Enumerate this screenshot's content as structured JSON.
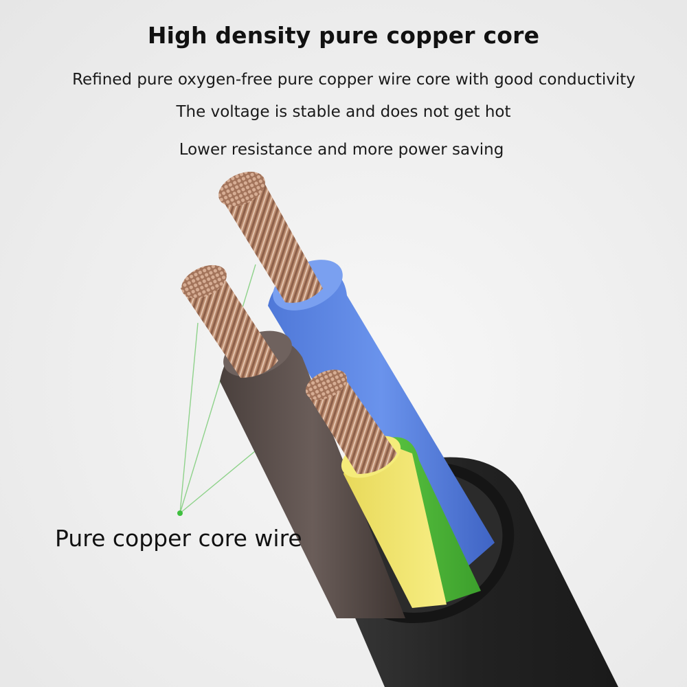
{
  "headline": "High density pure copper core",
  "features": [
    "Refined pure oxygen-free pure copper wire core with good conductivity",
    "The voltage is stable and does not get hot",
    "Lower resistance and more power saving"
  ],
  "callout": "Pure copper core wire",
  "colors": {
    "copper": "#b7876b",
    "blue_insulation": "#5b86e6",
    "brown_insulation": "#5e524f",
    "yellow_insulation": "#f2e66b",
    "green_insulation": "#4dbb3a",
    "outer_jacket": "#2c2c2c",
    "pointer_lines": "#8ed28a"
  }
}
